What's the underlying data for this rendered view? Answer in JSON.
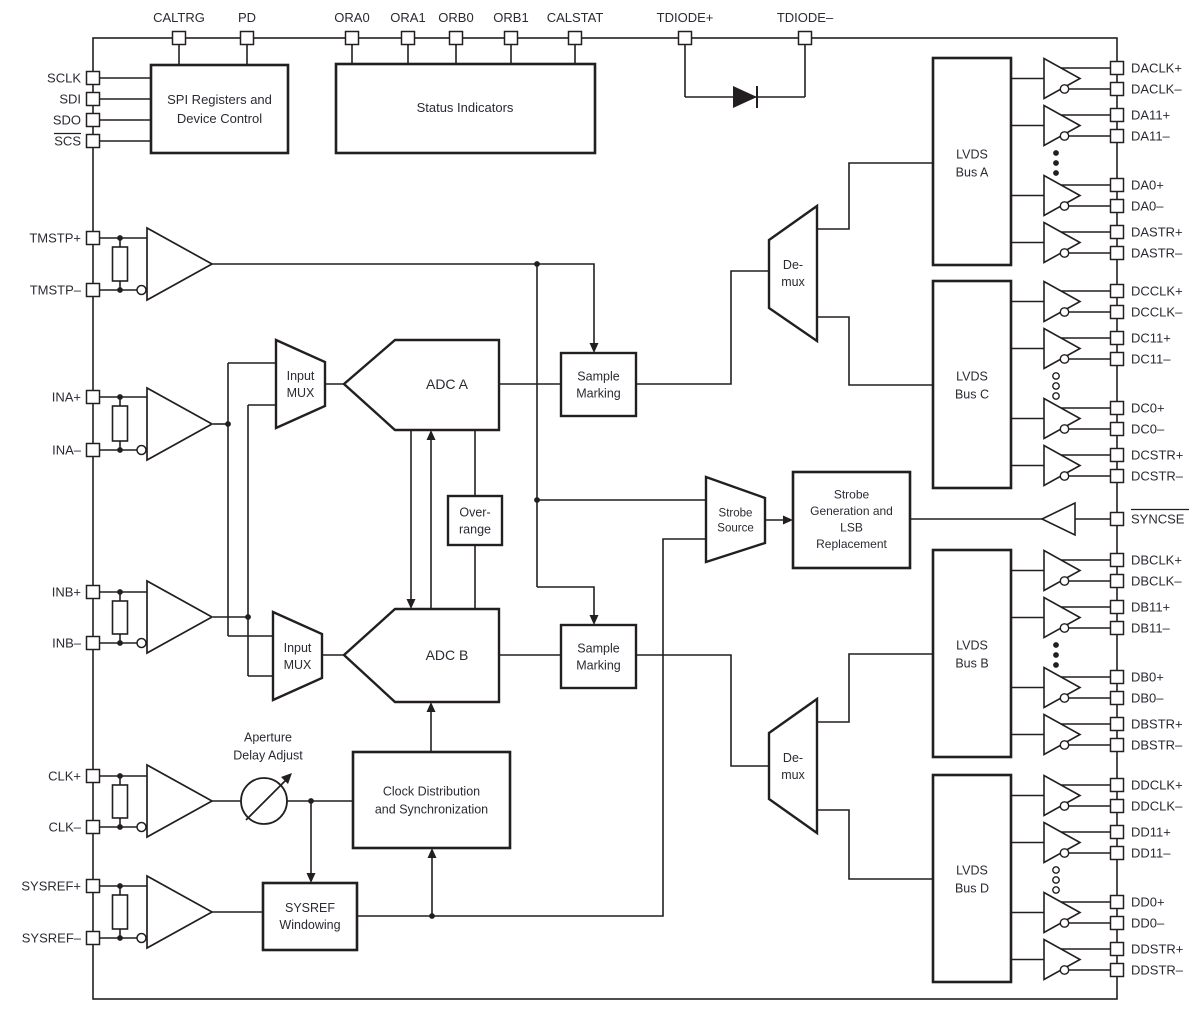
{
  "colors": {
    "line": "#231f20",
    "text": "#2a2a33",
    "background": "#ffffff"
  },
  "top_pins": [
    "CALTRG",
    "PD",
    "ORA0",
    "ORA1",
    "ORB0",
    "ORB1",
    "CALSTAT",
    "TDIODE+",
    "TDIODE–"
  ],
  "left_pins": {
    "spi": [
      "SCLK",
      "SDI",
      "SDO",
      "SCS"
    ],
    "pairs": [
      [
        "TMSTP+",
        "TMSTP–"
      ],
      [
        "INA+",
        "INA–"
      ],
      [
        "INB+",
        "INB–"
      ],
      [
        "CLK+",
        "CLK–"
      ],
      [
        "SYSREF+",
        "SYSREF–"
      ]
    ]
  },
  "blocks": {
    "spi": [
      "SPI Registers and",
      "Device Control"
    ],
    "status": [
      "Status Indicators"
    ],
    "input_mux": [
      "Input",
      "MUX"
    ],
    "adc_a": [
      "ADC A"
    ],
    "adc_b": [
      "ADC B"
    ],
    "sample_marking": [
      "Sample",
      "Marking"
    ],
    "over_range": [
      "Over-",
      "range"
    ],
    "demux": [
      "De-",
      "mux"
    ],
    "strobe_source": [
      "Strobe",
      "Source"
    ],
    "strobe_gen": [
      "Strobe",
      "Generation and",
      "LSB",
      "Replacement"
    ],
    "aperture": [
      "Aperture",
      "Delay Adjust"
    ],
    "clock_dist": [
      "Clock Distribution",
      "and Synchronization"
    ],
    "sysref_win": [
      "SYSREF",
      "Windowing"
    ]
  },
  "buses": [
    {
      "name": [
        "LVDS",
        "Bus A"
      ],
      "dots": "filled",
      "pins": [
        "DACLK+",
        "DACLK–",
        "DA11+",
        "DA11–",
        "DA0+",
        "DA0–",
        "DASTR+",
        "DASTR–"
      ]
    },
    {
      "name": [
        "LVDS",
        "Bus C"
      ],
      "dots": "open",
      "pins": [
        "DCCLK+",
        "DCCLK–",
        "DC11+",
        "DC11–",
        "DC0+",
        "DC0–",
        "DCSTR+",
        "DCSTR–"
      ]
    },
    {
      "name": [
        "LVDS",
        "Bus B"
      ],
      "dots": "filled",
      "pins": [
        "DBCLK+",
        "DBCLK–",
        "DB11+",
        "DB11–",
        "DB0+",
        "DB0–",
        "DBSTR+",
        "DBSTR–"
      ]
    },
    {
      "name": [
        "LVDS",
        "Bus D"
      ],
      "dots": "open",
      "pins": [
        "DDCLK+",
        "DDCLK–",
        "DD11+",
        "DD11–",
        "DD0+",
        "DD0–",
        "DDSTR+",
        "DDSTR–"
      ]
    }
  ],
  "right_pins": {
    "syncse": "SYNCSE"
  },
  "overlined_pins": [
    "SCS",
    "SYNCSE"
  ]
}
